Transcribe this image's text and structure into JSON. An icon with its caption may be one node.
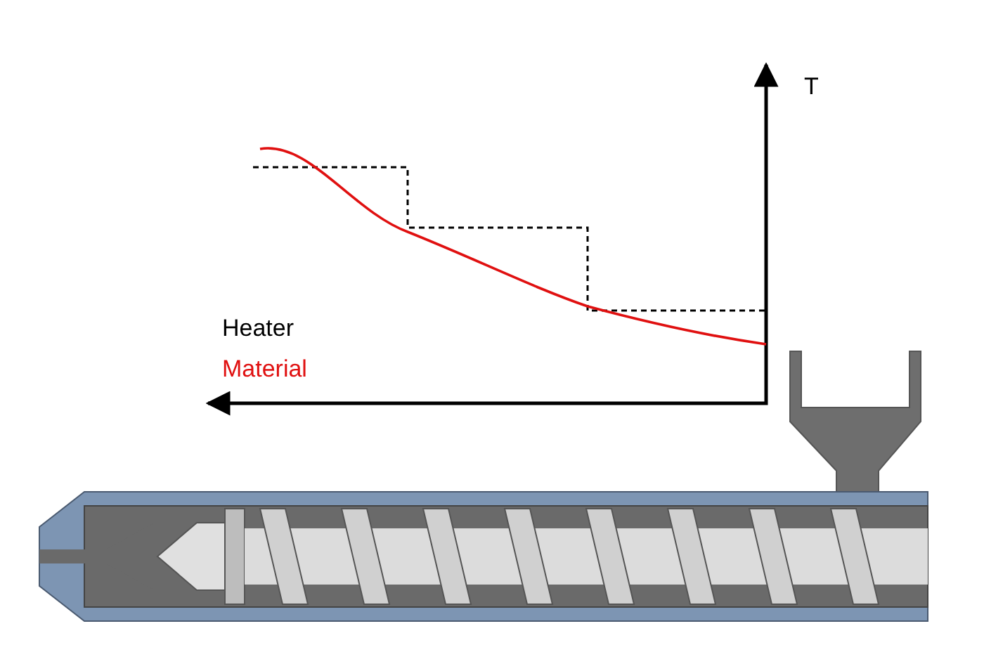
{
  "diagram": {
    "labels": [
      "T",
      "Heater",
      "Material"
    ]
  }
}
